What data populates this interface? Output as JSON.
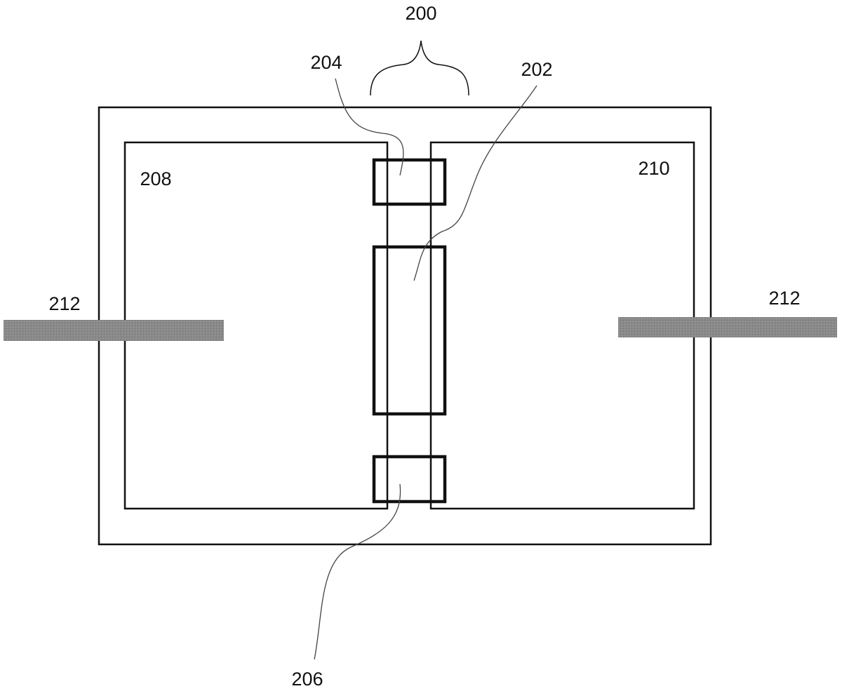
{
  "labels": {
    "group": "200",
    "center_component": "202",
    "top_component": "204",
    "bottom_component": "206",
    "left_region": "208",
    "right_region": "210",
    "left_lead": "212",
    "right_lead": "212"
  },
  "colors": {
    "line": "#111111",
    "lead_fill": "#8a8a8a"
  }
}
